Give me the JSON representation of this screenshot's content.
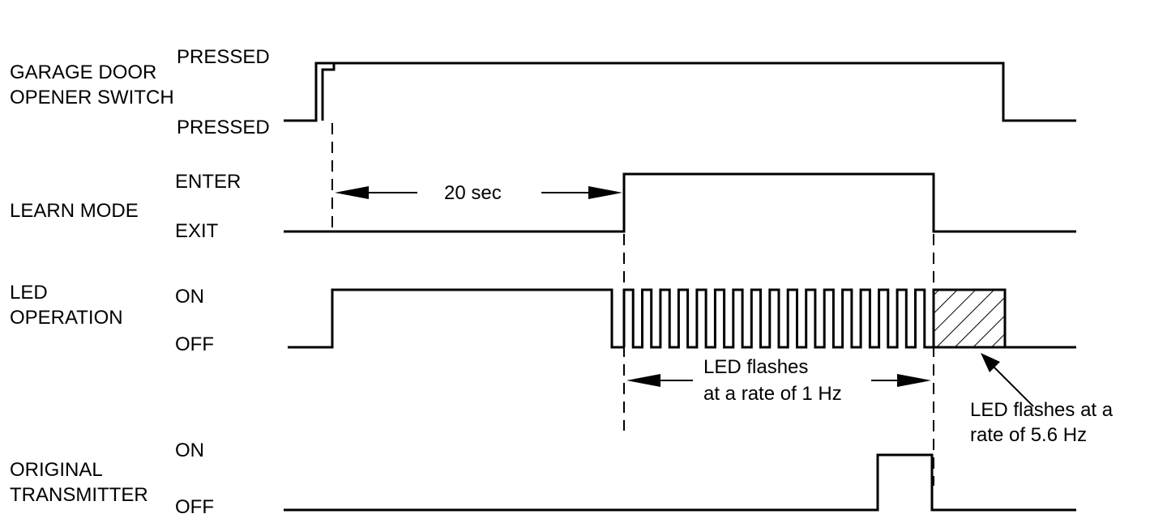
{
  "signals": {
    "garage": {
      "name_line1": "GARAGE DOOR",
      "name_line2": "OPENER SWITCH",
      "high_label": "PRESSED",
      "low_label": "PRESSED"
    },
    "learn": {
      "name": "LEARN MODE",
      "high_label": "ENTER",
      "low_label": "EXIT"
    },
    "led": {
      "name_line1": "LED",
      "name_line2": "OPERATION",
      "high_label": "ON",
      "low_label": "OFF"
    },
    "transmitter": {
      "name_line1": "ORIGINAL",
      "name_line2": "TRANSMITTER",
      "high_label": "ON",
      "low_label": "OFF"
    }
  },
  "annotations": {
    "delay": "20 sec",
    "slow_flash_line1": "LED flashes",
    "slow_flash_line2": "at a rate of 1 Hz",
    "fast_flash_line1": "LED flashes at a",
    "fast_flash_line2": "rate of 5.6 Hz"
  }
}
